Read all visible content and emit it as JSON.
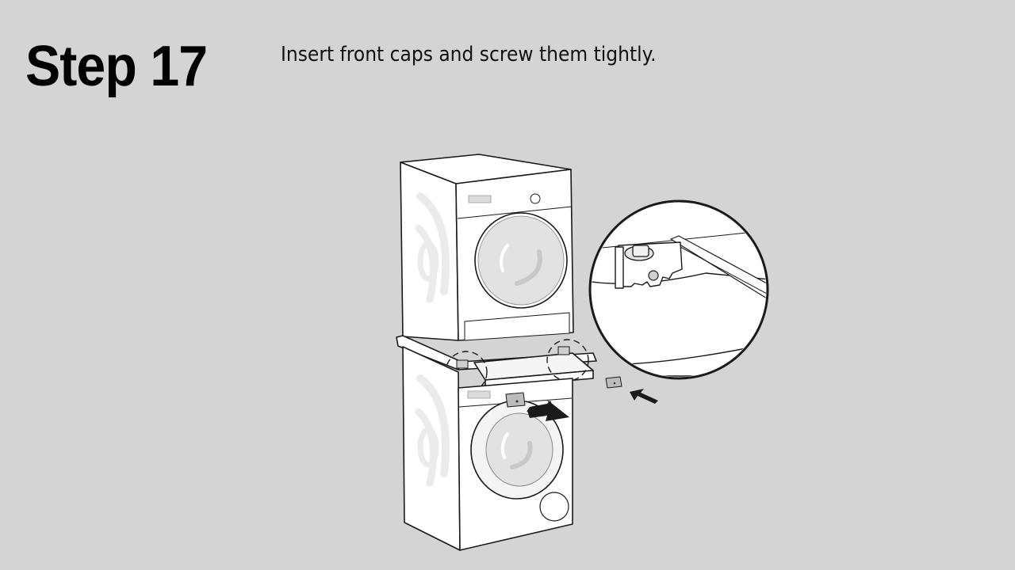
{
  "header": {
    "step_label": "Step 17",
    "instruction": "Insert front caps and screw them tightly."
  },
  "illustration": {
    "description": "Stacked dryer on top of washing machine with stacking kit drawer; detail magnifier circle showing front cap mounting bracket; arrows indicating front cap insertion",
    "colors": {
      "background": "#d4d4d4",
      "appliance_body": "#ffffff",
      "outline": "#1a1a1a",
      "glass": "#e4e4e4",
      "swirl": "#ececec",
      "arrow": "#1a1a1a"
    }
  }
}
